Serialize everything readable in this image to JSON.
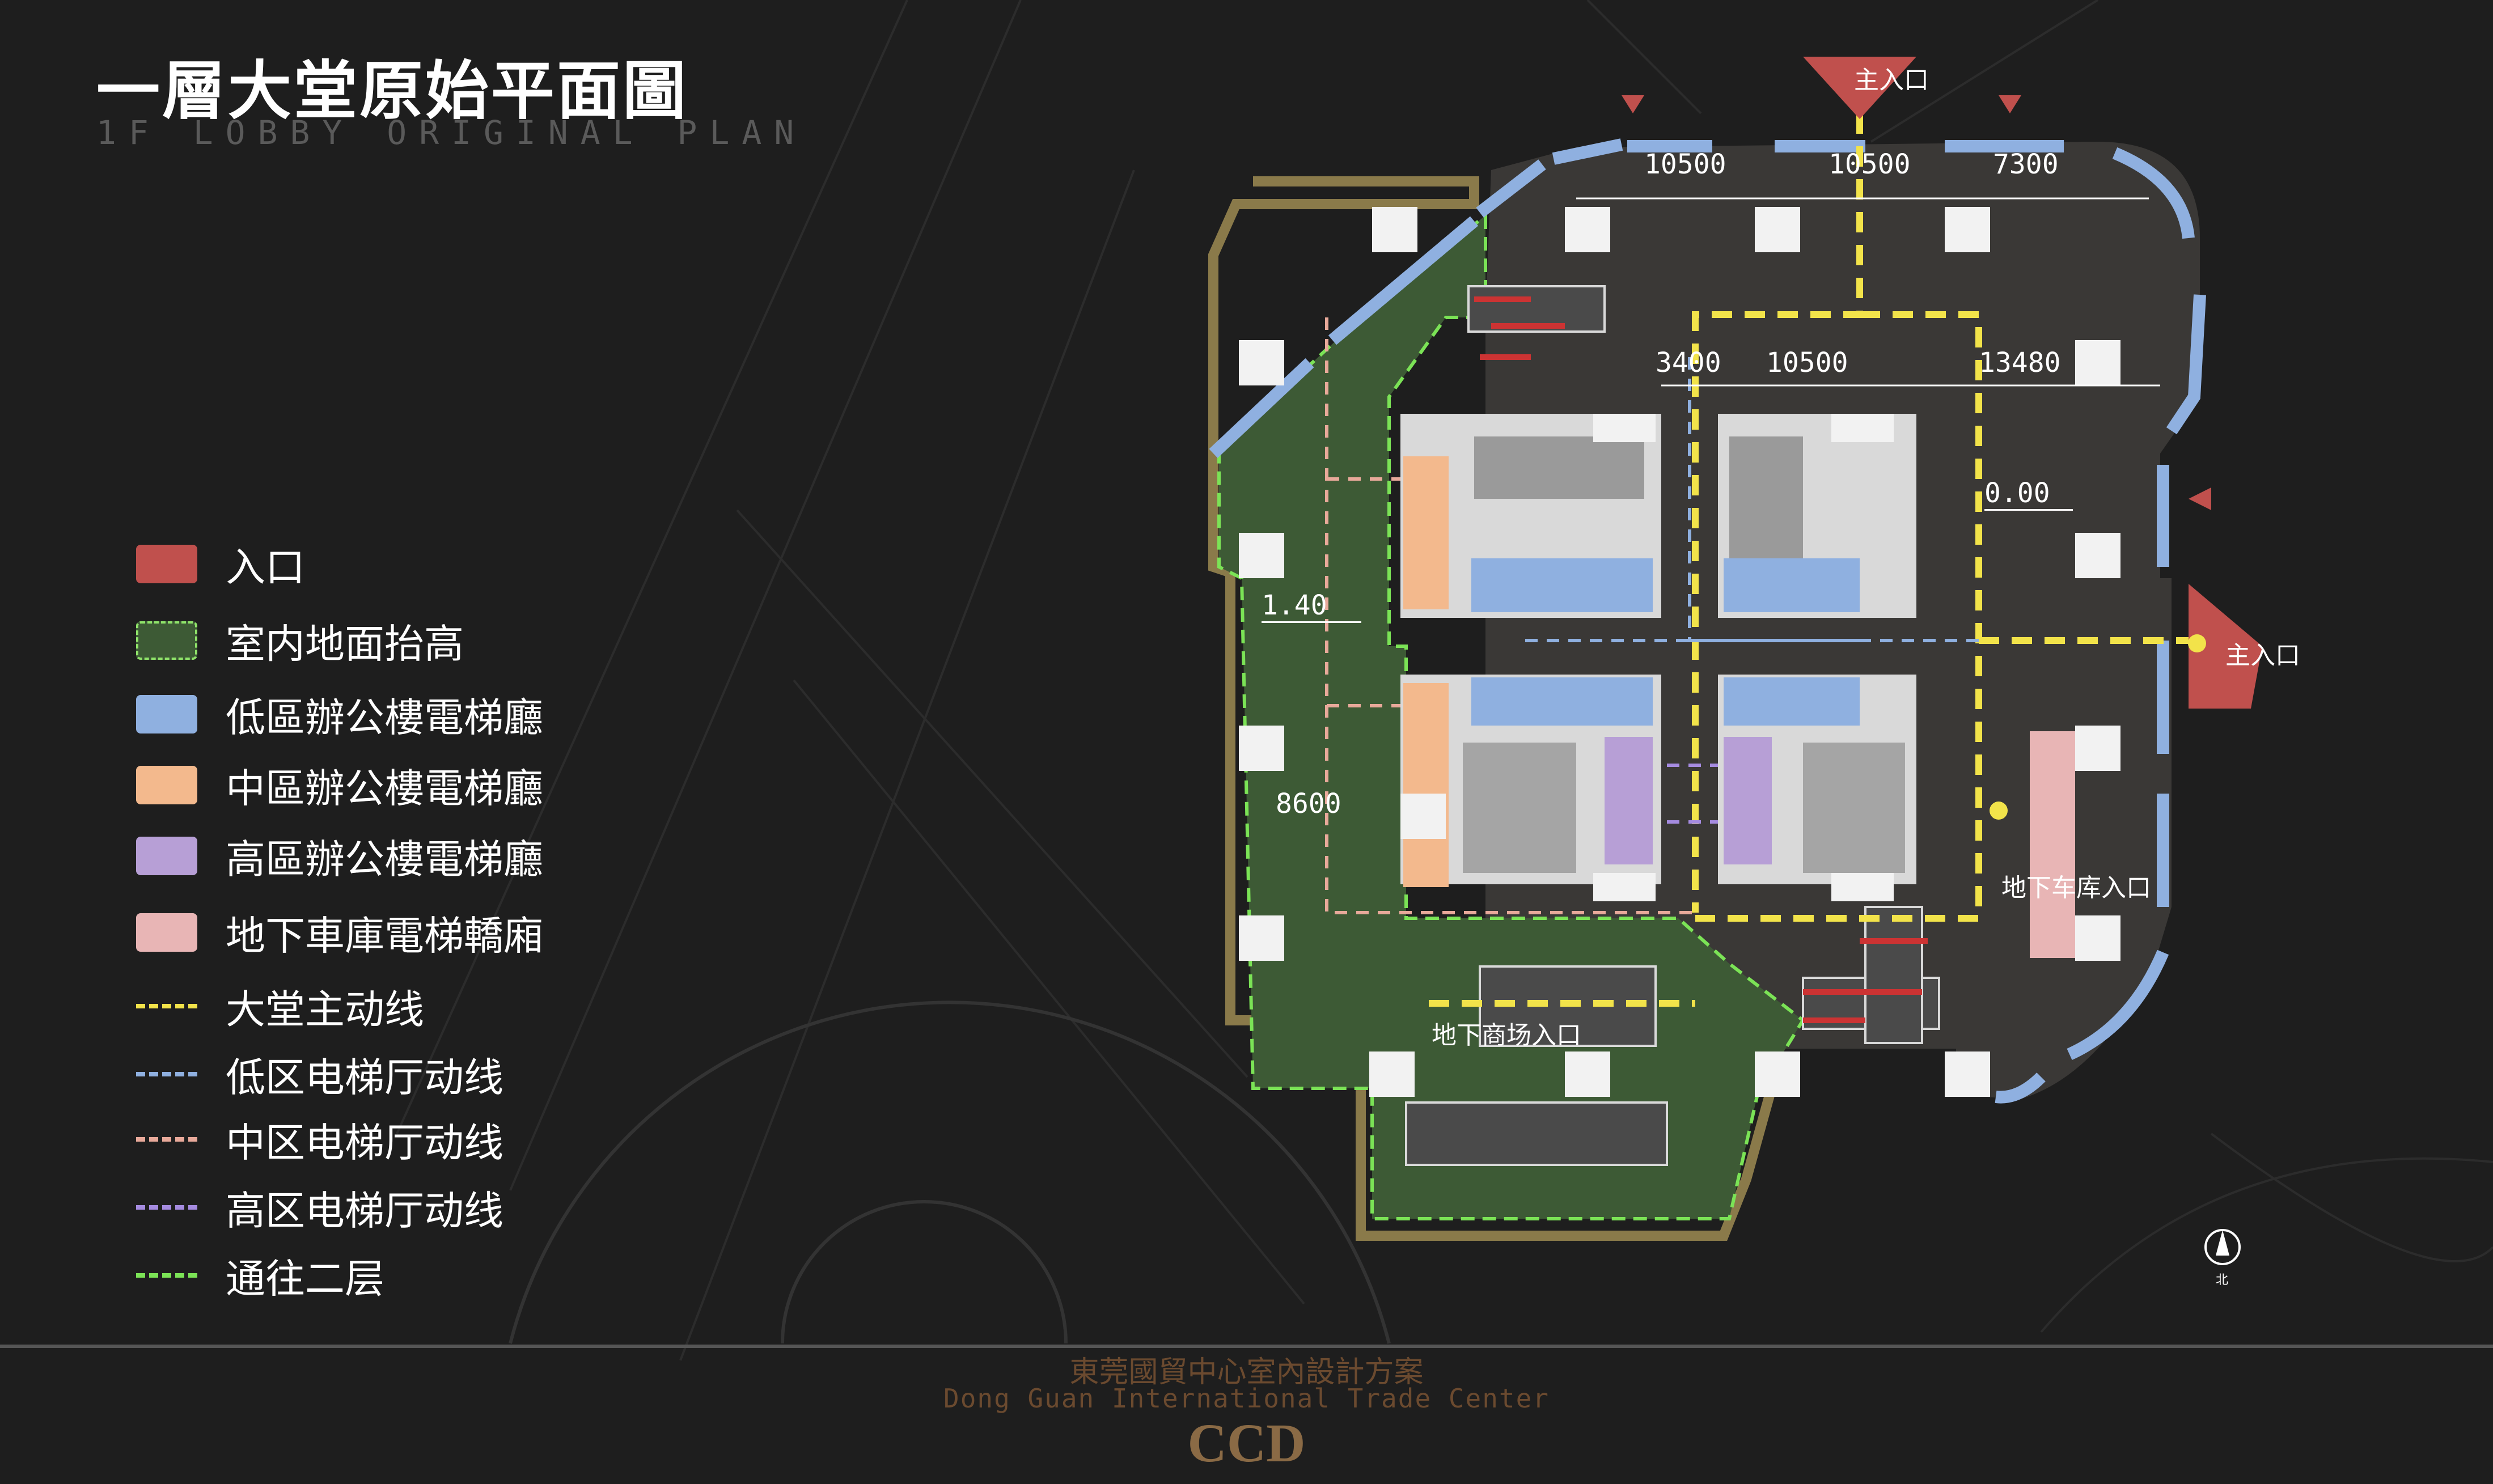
{
  "header": {
    "title": "一層大堂原始平面圖",
    "subtitle": "1F LOBBY ORIGINAL PLAN"
  },
  "legend": [
    {
      "label": "入口",
      "kind": "swatch",
      "color": "#c0504d"
    },
    {
      "label": "室内地面抬高",
      "kind": "swatch-dashed",
      "color": "#3d5a35"
    },
    {
      "label": "低區辦公樓電梯廳",
      "kind": "swatch",
      "color": "#8fb0e0"
    },
    {
      "label": "中區辦公樓電梯廳",
      "kind": "swatch",
      "color": "#f3b98d"
    },
    {
      "label": "高區辦公樓電梯廳",
      "kind": "swatch",
      "color": "#b79fd6"
    },
    {
      "label": "地下車庫電梯轎廂",
      "kind": "swatch",
      "color": "#e8b5b5"
    },
    {
      "label": "大堂主动线",
      "kind": "line",
      "color": "#f2e34a"
    },
    {
      "label": "低区电梯厅动线",
      "kind": "line",
      "color": "#8fb0e0"
    },
    {
      "label": "中区电梯厅动线",
      "kind": "line",
      "color": "#e8a99a"
    },
    {
      "label": "高区电梯厅动线",
      "kind": "line",
      "color": "#a58be0"
    },
    {
      "label": "通往二层",
      "kind": "line",
      "color": "#7be356"
    }
  ],
  "plan": {
    "main_entrance_top": "主入口",
    "main_entrance_right": "主入口",
    "garage_entrance": "地下车库入口",
    "mall_entrance": "地下商场入口",
    "dim_top": [
      "10500",
      "10500",
      "7300"
    ],
    "dim_mid": [
      "3400",
      "10500",
      "13480"
    ],
    "level_right": "0.00",
    "level_left": "1.40",
    "dim_left": "8600",
    "north": "北"
  },
  "footer": {
    "cn": "東莞國貿中心室內設計方案",
    "en": "Dong Guan International Trade Center",
    "brand": "CCD"
  },
  "colors": {
    "background": "#1e1e1e",
    "floor_dark": "#3a3836",
    "floor_raised": "#3d5a35",
    "entrance": "#c0504d",
    "glazing": "#8fb0e0",
    "outline_gold": "#8a7a4a"
  }
}
